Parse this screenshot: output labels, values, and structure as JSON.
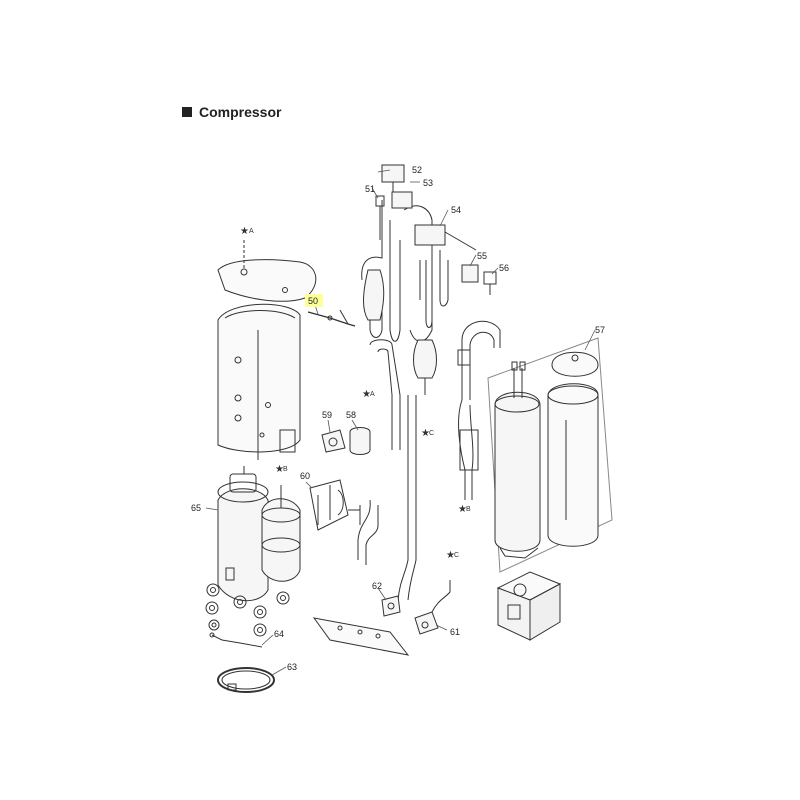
{
  "section": {
    "title": "Compressor"
  },
  "highlight_color": "#ffff99",
  "labels": {
    "p50": "50",
    "p51": "51",
    "p52": "52",
    "p53": "53",
    "p54": "54",
    "p55": "55",
    "p56": "56",
    "p57": "57",
    "p58": "58",
    "p59": "59",
    "p60": "60",
    "p61": "61",
    "p62": "62",
    "p63": "63",
    "p64": "64",
    "p65": "65"
  },
  "connectors": {
    "a_top": "A",
    "a_mid": "A",
    "b_left": "B",
    "b_right": "B",
    "c_mid": "C",
    "c_low": "C"
  }
}
